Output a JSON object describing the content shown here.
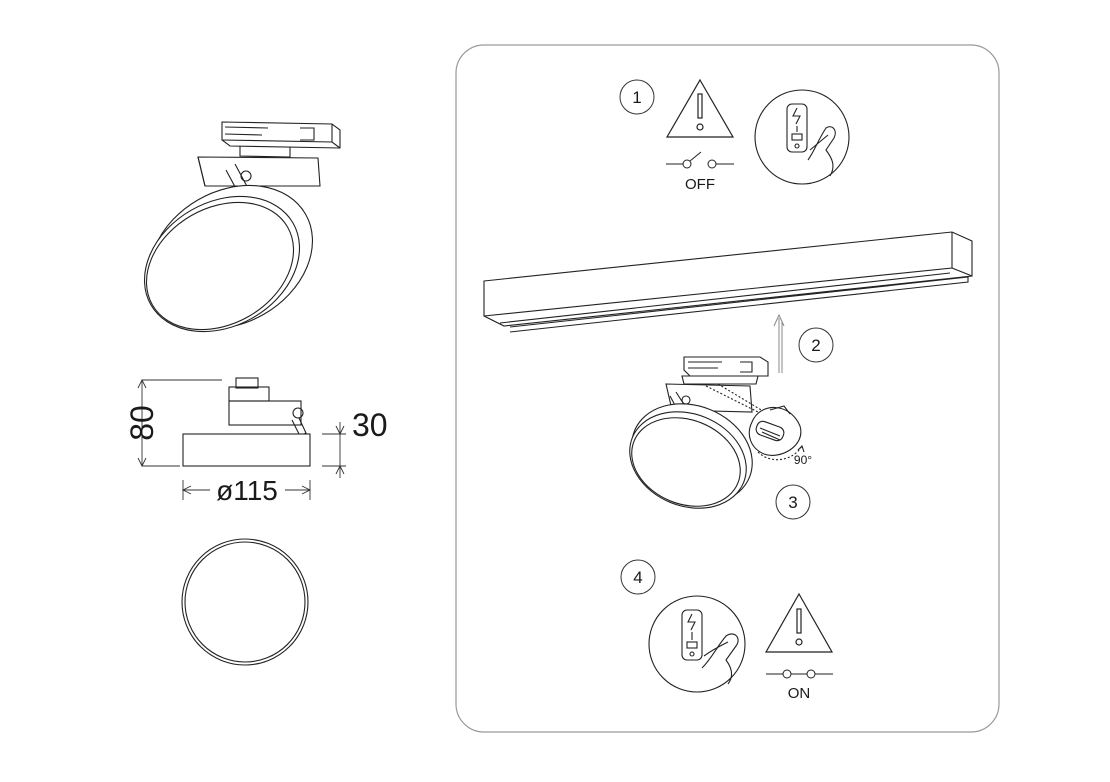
{
  "dimensions": {
    "height": "80",
    "body_height": "30",
    "diameter": "ø115"
  },
  "steps": [
    {
      "number": "1",
      "switch_label": "OFF"
    },
    {
      "number": "2"
    },
    {
      "number": "3",
      "angle_label": "90°"
    },
    {
      "number": "4",
      "switch_label": "ON"
    }
  ],
  "colors": {
    "line": "#222222",
    "panel_border": "#9a9a9a",
    "background": "#ffffff"
  },
  "icons": [
    "warning-triangle-icon",
    "switch-off-icon",
    "switch-on-icon",
    "hand-pressing-switch-icon",
    "arrow-up-icon"
  ]
}
